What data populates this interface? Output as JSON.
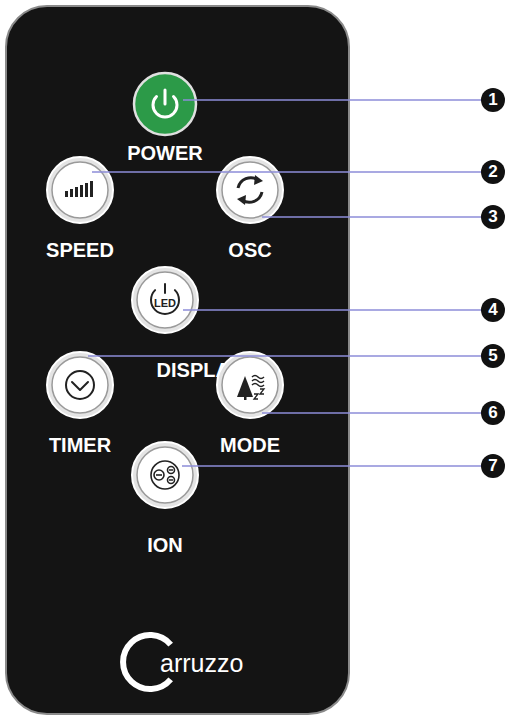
{
  "diagram": {
    "nodes": [
      {
        "text": [
          "arruzzo"
        ]
      },
      {
        "text": [
          "POWER"
        ],
        "in": 0
      },
      {
        "text": [
          "SPEED"
        ],
        "in": 0
      },
      {
        "text": [
          "OSC"
        ],
        "in": 0
      },
      {
        "text": [
          "LED",
          "DISPLAY"
        ],
        "in": 0
      },
      {
        "text": [
          "TIMER"
        ],
        "in": 0
      },
      {
        "text": [
          "MODE"
        ],
        "in": 0
      },
      {
        "text": [
          "ION"
        ],
        "in": 0
      }
    ],
    "labels": [
      "1",
      "2",
      "3",
      "4",
      "5",
      "6",
      "7"
    ]
  }
}
